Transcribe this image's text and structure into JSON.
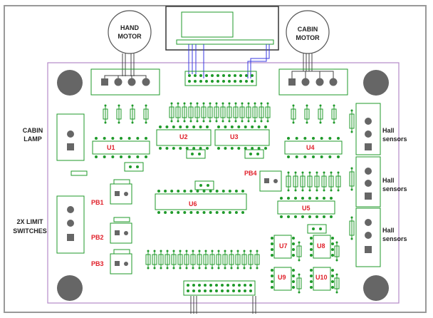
{
  "colors": {
    "silkscreen": "#1f9a2a",
    "board_outline": "#b48ac8",
    "wire": "#3a3ae0",
    "designator": "#e0202a",
    "pad": "#666666"
  },
  "motors": {
    "hand": [
      "HAND",
      "MOTOR"
    ],
    "cabin": [
      "CABIN",
      "MOTOR"
    ]
  },
  "left_labels": {
    "cabin_lamp": [
      "CABIN",
      "LAMP"
    ],
    "limit_switches": [
      "2X LIMIT",
      "SWITCHES"
    ]
  },
  "hall": [
    [
      "Hall",
      "sensors"
    ],
    [
      "Hall",
      "sensors"
    ],
    [
      "Hall",
      "sensors"
    ]
  ],
  "chips": [
    "U1",
    "U2",
    "U3",
    "U4",
    "U5",
    "U6",
    "U7",
    "U8",
    "U9",
    "U10"
  ],
  "buttons": [
    "PB1",
    "PB2",
    "PB3",
    "PB4"
  ]
}
